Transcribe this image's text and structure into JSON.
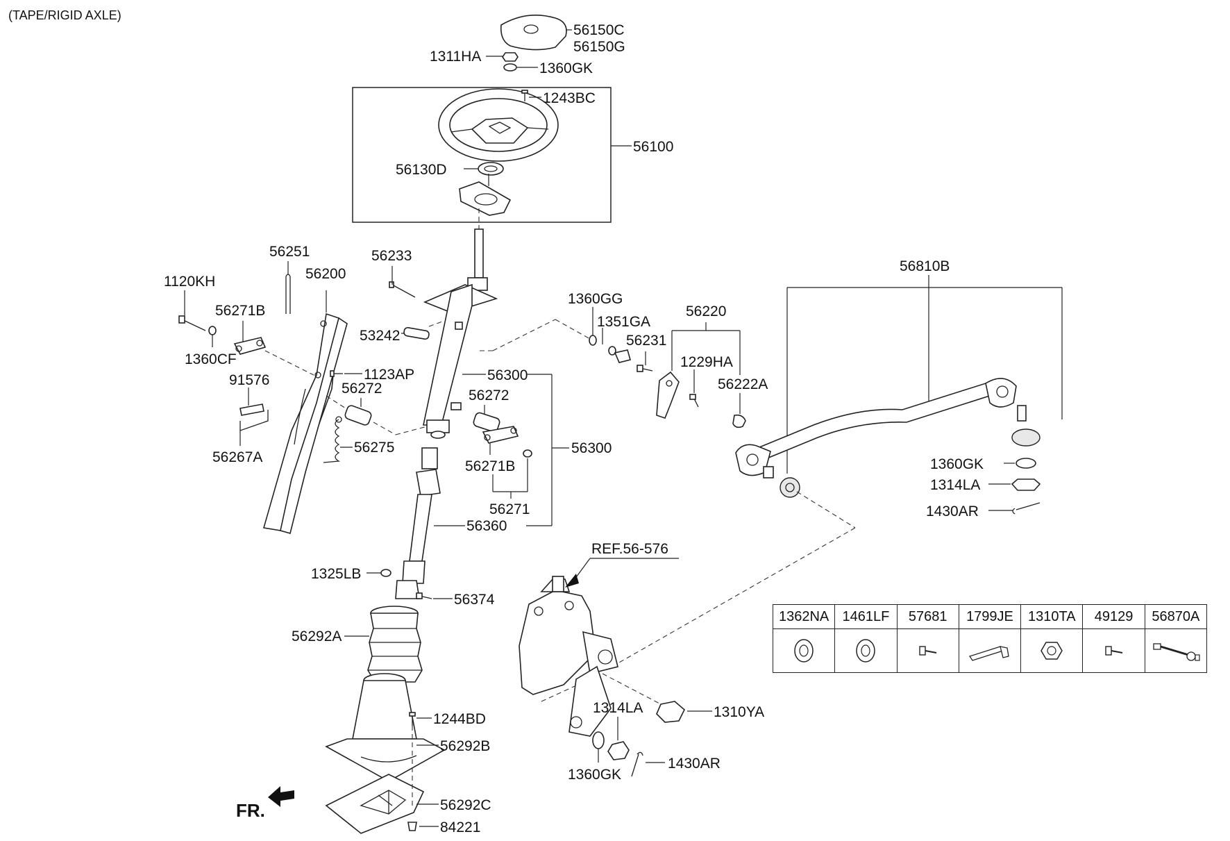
{
  "header": {
    "variant": "(TAPE/RIGID AXLE)"
  },
  "orientation": {
    "label": "FR."
  },
  "labels": {
    "p56150c": "56150C",
    "p56150g": "56150G",
    "p1311ha": "1311HA",
    "p1360gk_top": "1360GK",
    "p1243bc": "1243BC",
    "p56100": "56100",
    "p56130d": "56130D",
    "p56251": "56251",
    "p56233": "56233",
    "p56200": "56200",
    "p1120kh": "1120KH",
    "p56271b_left": "56271B",
    "p1360cf": "1360CF",
    "p53242": "53242",
    "p1123ap": "1123AP",
    "p91576": "91576",
    "p56272_left": "56272",
    "p56272_right": "56272",
    "p56300_top": "56300",
    "p56300_side": "56300",
    "p56267a": "56267A",
    "p56275": "56275",
    "p56271b_right": "56271B",
    "p56271": "56271",
    "p56360": "56360",
    "p1360gg": "1360GG",
    "p1351ga": "1351GA",
    "p56220": "56220",
    "p56231": "56231",
    "p1229ha": "1229HA",
    "p56222a": "56222A",
    "p56810b": "56810B",
    "p1360gk_right": "1360GK",
    "p1314la_right": "1314LA",
    "p1430ar_right": "1430AR",
    "p1325lb": "1325LB",
    "p56374": "56374",
    "p56292a": "56292A",
    "pref": "REF.56-576",
    "p1314la_bottom": "1314LA",
    "p1310ya": "1310YA",
    "p1430ar_bottom": "1430AR",
    "p1360gk_bottom": "1360GK",
    "p1244bd": "1244BD",
    "p56292b": "56292B",
    "p56292c": "56292C",
    "p84221": "84221"
  },
  "legend": [
    {
      "code": "1362NA",
      "icon": "washer-icon"
    },
    {
      "code": "1461LF",
      "icon": "washer-icon"
    },
    {
      "code": "57681",
      "icon": "bolt-icon"
    },
    {
      "code": "1799JE",
      "icon": "strap-icon"
    },
    {
      "code": "1310TA",
      "icon": "nut-icon"
    },
    {
      "code": "49129",
      "icon": "bolt-icon"
    },
    {
      "code": "56870A",
      "icon": "tie-rod-end-icon"
    }
  ]
}
